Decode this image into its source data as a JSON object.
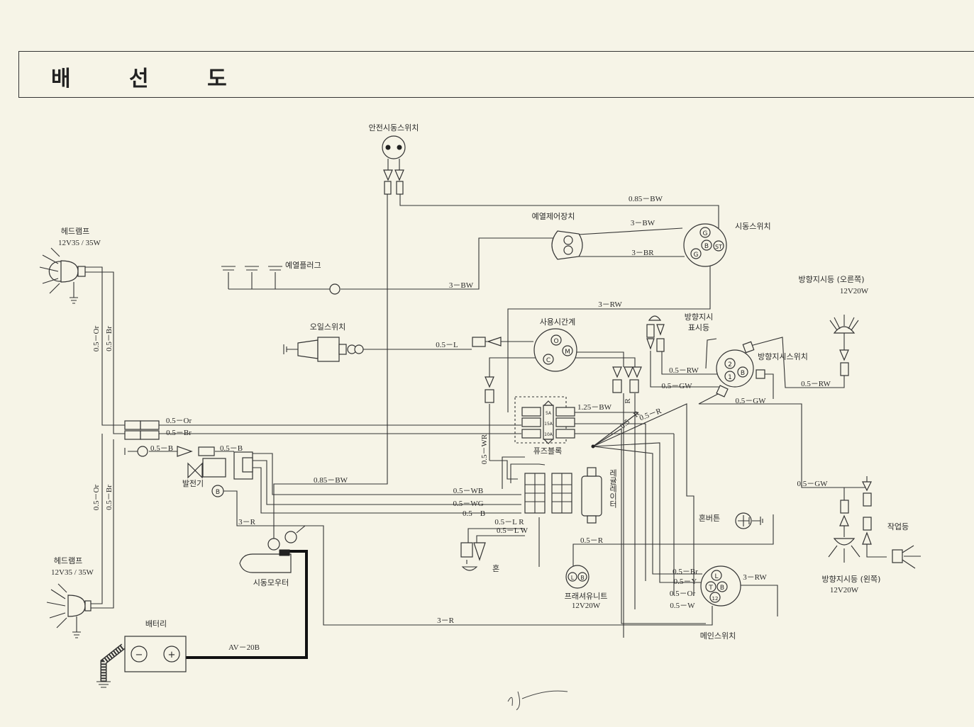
{
  "title": "배 선 도",
  "components": {
    "safety_start_switch": "안전시동스위치",
    "preheat_controller": "예열제어장치",
    "start_switch": "시동스위치",
    "headlamp_top": "헤드램프",
    "headlamp_top_spec": "12V35 / 35W",
    "glow_plug": "예열플러그",
    "oil_pressure_switch": "오일스위치",
    "hour_meter": "사용시간계",
    "turn_indicator_lamp_line1": "방향지시",
    "turn_indicator_lamp_line2": "표시등",
    "turn_lamp_right": "방향지시등 (오른쪽)",
    "turn_lamp_right_spec": "12V20W",
    "turn_signal_switch": "방향지시스위치",
    "fuse_block": "퓨즈블록",
    "regulator": "레귤레이터",
    "generator": "발전기",
    "horn_button": "혼버튼",
    "work_lamp": "작업등",
    "flasher_unit": "프래셔유니트",
    "flasher_unit_spec": "12V20W",
    "main_switch": "메인스위치",
    "starter_motor": "시동모우터",
    "turn_lamp_left": "방향지시등 (왼쪽)",
    "turn_lamp_left_spec": "12V20W",
    "headlamp_bottom": "헤드램프",
    "headlamp_bottom_spec": "12V35 / 35W",
    "battery": "배터리",
    "horn": "혼"
  },
  "terminals": {
    "start_g1": "G",
    "start_b": "B",
    "start_g2": "G",
    "start_st": "ST",
    "meter_o": "O",
    "meter_m": "M",
    "meter_c": "C",
    "turn_2": "2",
    "turn_1": "1",
    "turn_b": "B",
    "flasher_l": "L",
    "flasher_b": "B",
    "main_l": "L",
    "main_t": "T",
    "main_b": "B",
    "main_12": "12",
    "gen_b": "B",
    "fuse_1": "5A",
    "fuse_2": "15A",
    "fuse_3": "10A",
    "batt_neg": "−",
    "batt_pos": "+"
  },
  "wires": {
    "w_085bw_top": "0.85－BW",
    "w_3bw_1": "3－BW",
    "w_3br": "3－BR",
    "w_3bw_2": "3－BW",
    "w_3rw_top": "3－RW",
    "w_05l": "0.5－L",
    "w_05rw_1": "0.5－RW",
    "w_05gw_1": "0.5－GW",
    "w_05rw_2": "0.5－RW",
    "w_05gw_2": "0.5－GW",
    "w_125bw": "1.25－BW",
    "w_05r_a": "0.5－R",
    "w_05r_b": "0.5－R",
    "w_05r_c": "R",
    "w_05wr": "0.5－WR",
    "w_05or_top": "0.5－Or",
    "w_05br_top": "0.5－Br",
    "w_05or_v1": "0.5－Or",
    "w_05br_v1": "0.5－Br",
    "w_05or_v2": "0.5－Or",
    "w_05br_v2": "0.5－Br",
    "w_05b_1": "0.5－B",
    "w_05b_2": "0.5－B",
    "w_085bw_mid": "0.85－BW",
    "w_05wb": "0.5－WB",
    "w_05wg": "0.5－WG",
    "w_05b_3": "0.5－B",
    "w_3r_1": "3－R",
    "w_05lr": "0.5－L R",
    "w_05lw": "0.5－L W",
    "w_05r_main": "0.5－R",
    "w_05gw_3": "0.5－GW",
    "w_05br_main": "0.5－Br",
    "w_05y": "0.5－Y",
    "w_05or_main": "0.5－Or",
    "w_05w": "0.5－W",
    "w_3rw_main": "3－RW",
    "w_3r_2": "3－R",
    "w_av20b": "AV－20B"
  }
}
